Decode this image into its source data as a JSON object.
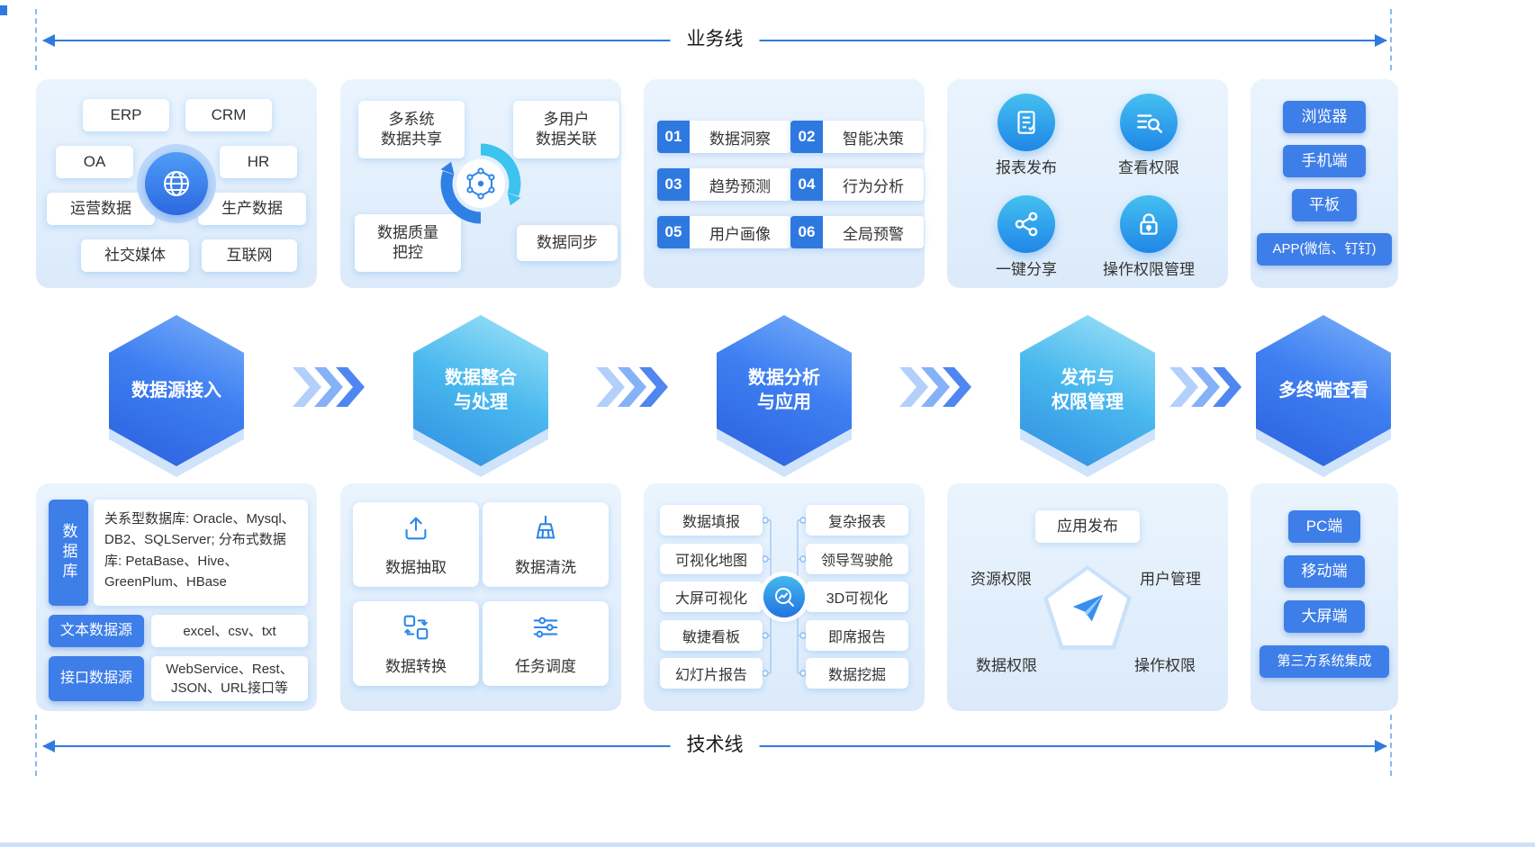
{
  "colors": {
    "accent_blue": "#2e7be0",
    "cyan": "#3cc3ee",
    "button_blue": "#3e7ee8",
    "panel_bg": "#e4effc"
  },
  "flow_lines": {
    "business": "业务线",
    "technical": "技术线"
  },
  "top_row": {
    "sources": {
      "icon": "globe-icon",
      "chips": [
        "ERP",
        "CRM",
        "OA",
        "HR",
        "运营数据",
        "生产数据",
        "社交媒体",
        "互联网"
      ]
    },
    "integration": {
      "icon": "sync-ring-icon",
      "items": [
        {
          "lines": [
            "多系统",
            "数据共享"
          ]
        },
        {
          "lines": [
            "多用户",
            "数据关联"
          ]
        },
        {
          "lines": [
            "数据质量",
            "把控"
          ]
        },
        {
          "lines": [
            "数据同步"
          ]
        }
      ]
    },
    "analysis": {
      "items": [
        {
          "num": "01",
          "label": "数据洞察"
        },
        {
          "num": "02",
          "label": "智能决策"
        },
        {
          "num": "03",
          "label": "趋势预测"
        },
        {
          "num": "04",
          "label": "行为分析"
        },
        {
          "num": "05",
          "label": "用户画像"
        },
        {
          "num": "06",
          "label": "全局预警"
        }
      ]
    },
    "publish": {
      "items": [
        {
          "icon": "report-icon",
          "label": "报表发布"
        },
        {
          "icon": "view-permission-icon",
          "label": "查看权限"
        },
        {
          "icon": "share-icon",
          "label": "一键分享"
        },
        {
          "icon": "lock-icon",
          "label": "操作权限管理"
        }
      ]
    },
    "terminals": {
      "buttons": [
        "浏览器",
        "手机端",
        "平板",
        "APP(微信、钉钉)"
      ]
    }
  },
  "stages": [
    {
      "label": "数据源接入",
      "lines": [
        "数据源接入"
      ],
      "style": "blue"
    },
    {
      "label": "数据整合与处理",
      "lines": [
        "数据整合",
        "与处理"
      ],
      "style": "cyan"
    },
    {
      "label": "数据分析与应用",
      "lines": [
        "数据分析",
        "与应用"
      ],
      "style": "blue"
    },
    {
      "label": "发布与权限管理",
      "lines": [
        "发布与",
        "权限管理"
      ],
      "style": "cyan"
    },
    {
      "label": "多终端查看",
      "lines": [
        "多终端查看"
      ],
      "style": "blue"
    }
  ],
  "bottom_row": {
    "datasources": {
      "db_tab": "数据库",
      "db_text": "关系型数据库: Oracle、Mysql、DB2、SQLServer; 分布式数据库: PetaBase、Hive、GreenPlum、HBase",
      "rows": [
        {
          "label": "文本数据源",
          "value": "excel、csv、txt"
        },
        {
          "label": "接口数据源",
          "value": "WebService、Rest、JSON、URL接口等"
        }
      ]
    },
    "processing": {
      "cards": [
        {
          "icon": "extract-icon",
          "label": "数据抽取"
        },
        {
          "icon": "clean-icon",
          "label": "数据清洗"
        },
        {
          "icon": "transform-icon",
          "label": "数据转换"
        },
        {
          "icon": "schedule-icon",
          "label": "任务调度"
        }
      ]
    },
    "applications": {
      "icon": "analysis-center-icon",
      "left": [
        "数据填报",
        "可视化地图",
        "大屏可视化",
        "敏捷看板",
        "幻灯片报告"
      ],
      "right": [
        "复杂报表",
        "领导驾驶舱",
        "3D可视化",
        "即席报告",
        "数据挖掘"
      ]
    },
    "permissions": {
      "icon": "paper-plane-icon",
      "top": "应用发布",
      "left": "资源权限",
      "right": "用户管理",
      "bottom_left": "数据权限",
      "bottom_right": "操作权限"
    },
    "terminals": {
      "buttons": [
        "PC端",
        "移动端",
        "大屏端",
        "第三方系统集成"
      ]
    }
  }
}
